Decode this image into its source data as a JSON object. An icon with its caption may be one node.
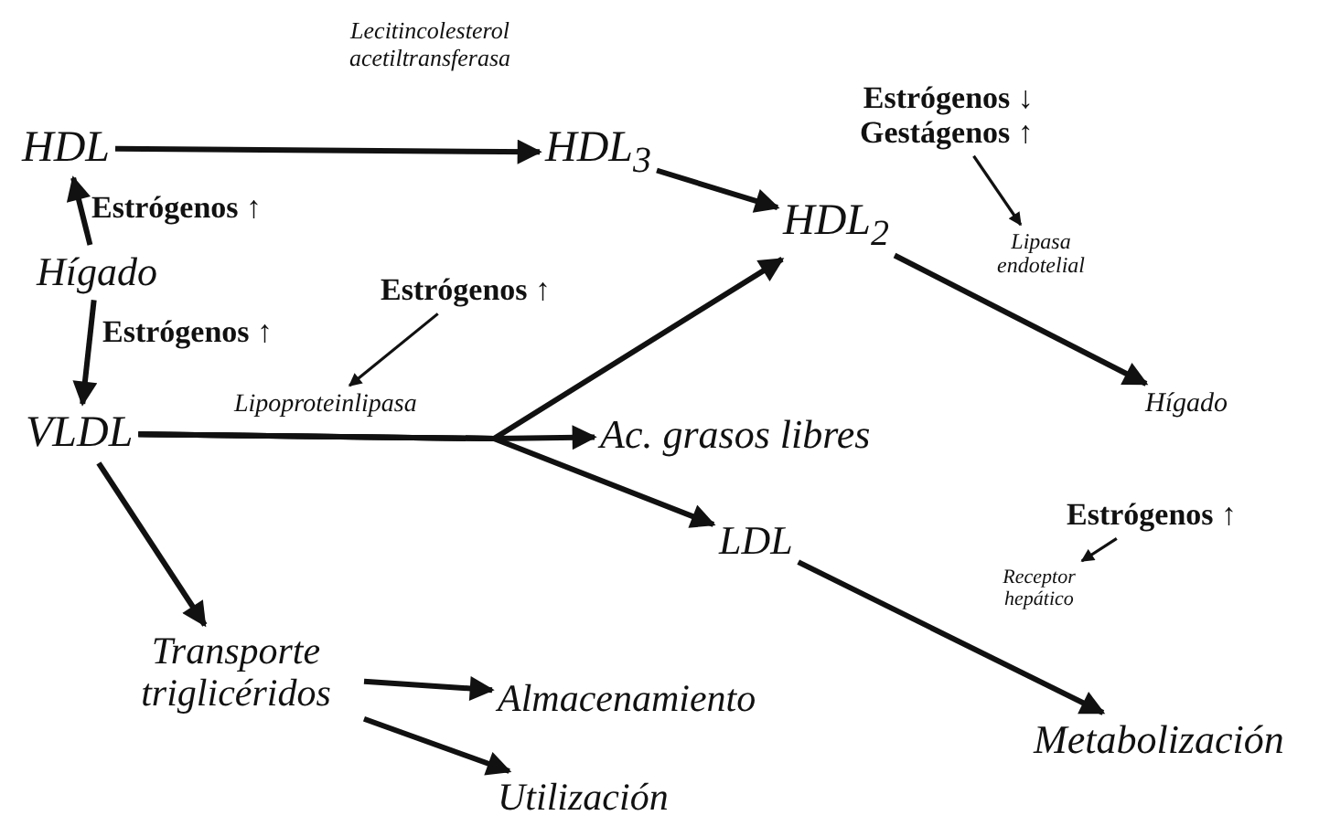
{
  "diagram": {
    "nodes": [
      {
        "text": [
          "HDL"
        ]
      },
      {
        "text": [
          "HDL$_{3}$"
        ]
      },
      {
        "text": [
          "Hígado"
        ]
      },
      {
        "text": [
          "VLDL"
        ]
      },
      {
        "text": [
          "HDL$_{2}$"
        ]
      },
      {
        "text": [
          "Estrógenos ↓",
          "Gestágenos ↑"
        ]
      },
      {
        "text": [
          "Lipasa endotelial"
        ]
      },
      {
        "text": [
          "Estrógenos ↑"
        ]
      },
      {
        "text": [
          "Lipoproteinlipasa"
        ]
      },
      {
        "text": [
          "Ac. grasos libres"
        ]
      },
      {
        "text": [
          "Hígado"
        ]
      },
      {
        "text": [
          "LDL"
        ]
      },
      {
        "text": [
          "Estrógenos ↑"
        ]
      },
      {
        "text": [
          "Receptor hepático"
        ]
      },
      {
        "text": [
          "Transporte triglicéridos"
        ]
      },
      {
        "text": [
          "Almacenamiento"
        ]
      },
      {
        "text": [
          "Utilización"
        ]
      },
      {
        "text": [
          "Metabolización"
        ]
      }
    ],
    "edges": [
      {
        "from": 0,
        "to": 1,
        "arrow": "to",
        "label": "Lecitincolesterol acetiltransferasa"
      },
      {
        "from": 1,
        "to": 4,
        "arrow": "to"
      },
      {
        "from": 2,
        "to": 0,
        "arrow": "to",
        "label": "Estrógenos ↑"
      },
      {
        "from": 2,
        "to": 3,
        "arrow": "to",
        "label": "Estrógenos ↑"
      },
      {
        "from": 3,
        "to": 4,
        "arrow": "to"
      },
      {
        "from": 3,
        "to": 9,
        "arrow": "to"
      },
      {
        "from": 3,
        "to": 11,
        "arrow": "to"
      },
      {
        "from": 7,
        "to": 8,
        "arrow": "to"
      },
      {
        "from": 4,
        "to": 10,
        "arrow": "to"
      },
      {
        "from": 5,
        "to": 6,
        "arrow": "to"
      },
      {
        "from": 12,
        "to": 13,
        "arrow": "to"
      },
      {
        "from": 11,
        "to": 17,
        "arrow": "to"
      },
      {
        "from": 3,
        "to": 14,
        "arrow": "to"
      },
      {
        "from": 14,
        "to": 15,
        "arrow": "to"
      },
      {
        "from": 14,
        "to": 16,
        "arrow": "to"
      }
    ]
  }
}
